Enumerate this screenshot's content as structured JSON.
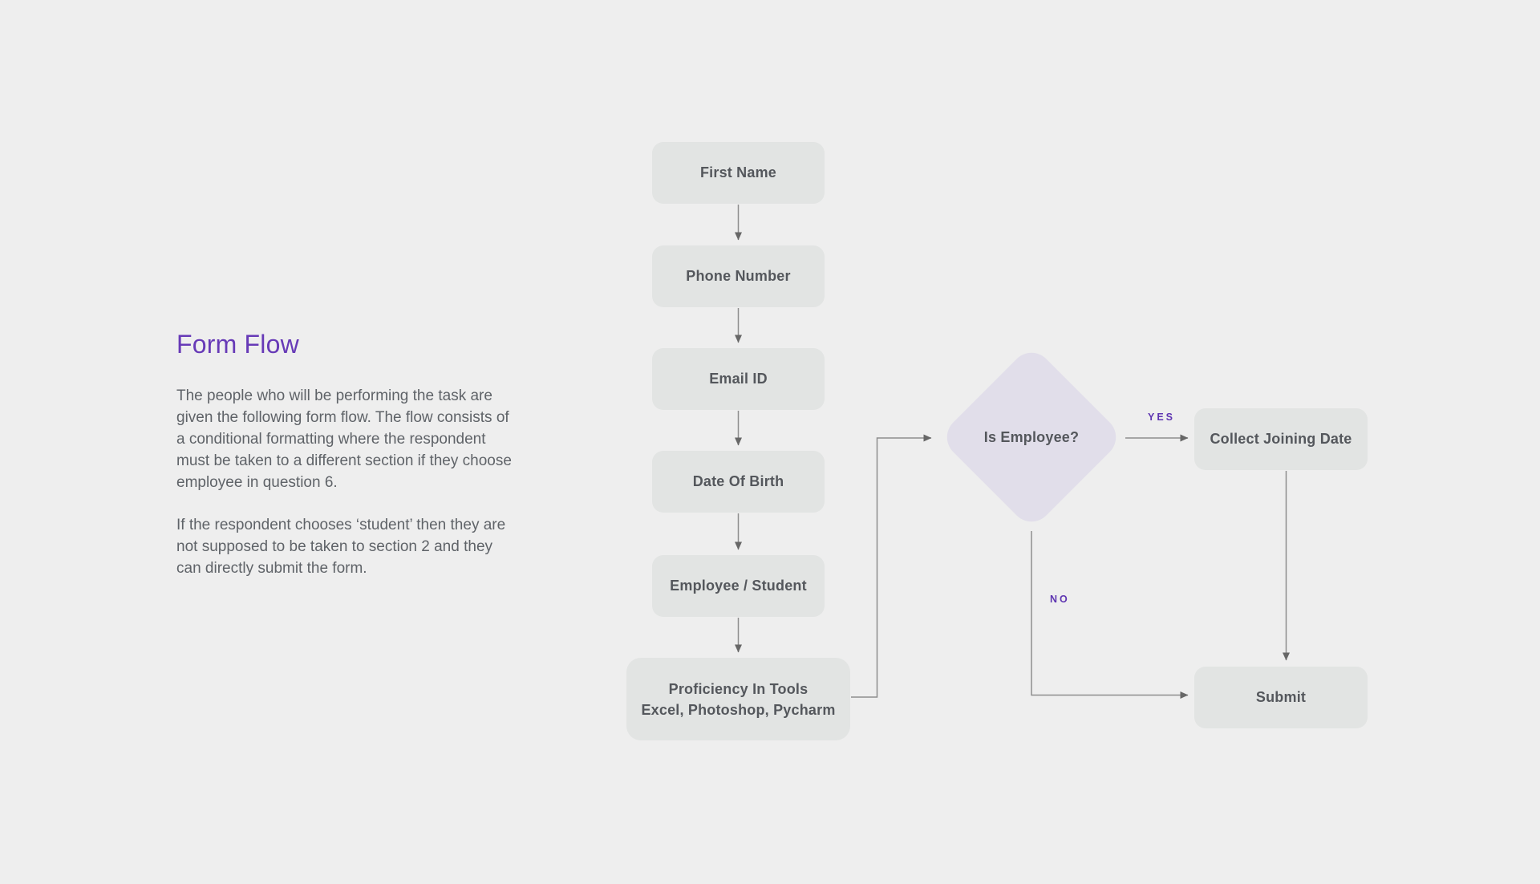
{
  "description_panel": {
    "title": "Form Flow",
    "paragraph1": "The people who will be performing the task are\ngiven the following form flow. The flow consists of\na conditional formatting where the respondent\nmust be taken to a different section if they choose\nemployee in question 6.",
    "paragraph2": "If the respondent chooses ‘student’ then they are\nnot supposed to be taken to section 2 and they\ncan directly submit the form."
  },
  "flowchart": {
    "nodes": [
      {
        "id": "first-name",
        "label": "First Name",
        "shape": "rect"
      },
      {
        "id": "phone-number",
        "label": "Phone Number",
        "shape": "rect"
      },
      {
        "id": "email-id",
        "label": "Email ID",
        "shape": "rect"
      },
      {
        "id": "date-of-birth",
        "label": "Date Of Birth",
        "shape": "rect"
      },
      {
        "id": "employee-student",
        "label": "Employee / Student",
        "shape": "rect"
      },
      {
        "id": "proficiency-in-tools",
        "label_line1": "Proficiency In Tools",
        "label_line2": "Excel, Photoshop, Pycharm",
        "shape": "rect"
      },
      {
        "id": "is-employee",
        "label": "Is Employee?",
        "shape": "diamond"
      },
      {
        "id": "collect-joining-date",
        "label": "Collect Joining Date",
        "shape": "rect"
      },
      {
        "id": "submit",
        "label": "Submit",
        "shape": "rect"
      }
    ],
    "edge_labels": {
      "yes": "YES",
      "no": "NO"
    },
    "colors": {
      "background": "#eeeeee",
      "node_fill": "#e2e4e3",
      "decision_fill": "#e1deea",
      "node_text": "#54575c",
      "title_accent": "#673ab7",
      "body_text": "#5f6368",
      "edge_label": "#5e35b1",
      "connector_line": "#8d8d8d",
      "arrowhead": "#676767"
    }
  }
}
